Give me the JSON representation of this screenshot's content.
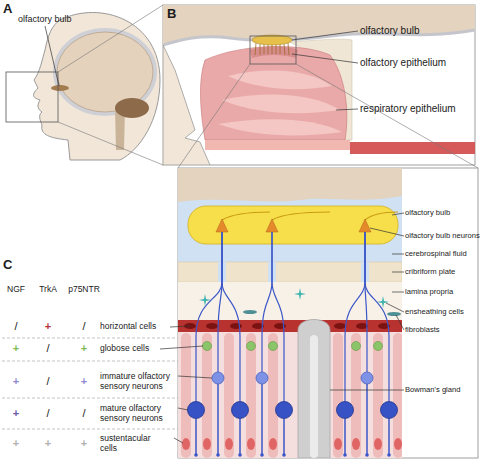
{
  "diagram": {
    "labels": [
      "A",
      "olfactory bulb",
      "B",
      "olfactory bulb",
      "olfactory epithelium",
      "respiratory epithelium",
      "C",
      "olfactory bulb",
      "olfactory bulb neurons",
      "cerebrospinal fluid",
      "cribriform plate",
      "lamina propria",
      "ensheathing cells",
      "fibroblasts",
      "Bowman's gland",
      "NGF",
      "TrkA",
      "p75NTR",
      "/",
      "+",
      "/",
      "horizontal cells",
      "+",
      "/",
      "+",
      "globose cells",
      "+",
      "/",
      "+",
      "immature olfactory sensory neurons",
      "+",
      "/",
      "/",
      "mature olfactory sensory neurons",
      "+",
      "+",
      "+",
      "sustentacular cells"
    ]
  }
}
